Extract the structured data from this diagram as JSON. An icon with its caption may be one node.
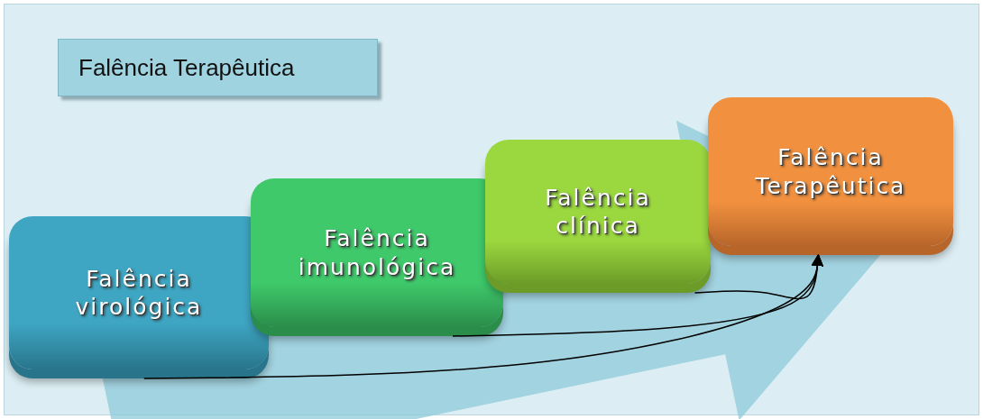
{
  "diagram": {
    "nodes": [
      {
        "text": [
          "Falência Terapêutica"
        ]
      },
      {
        "text": [
          "Falência virológica"
        ]
      },
      {
        "text": [
          "Falência imunológica"
        ]
      },
      {
        "text": [
          "Falência clínica"
        ]
      },
      {
        "text": [
          "Falência Terapêutica"
        ]
      }
    ],
    "edges": [
      {
        "from": 1,
        "to": 4,
        "arrow": "to"
      },
      {
        "from": 2,
        "to": 4,
        "arrow": "to"
      },
      {
        "from": 3,
        "to": 4,
        "arrow": "to"
      },
      {
        "from": 1,
        "to": 4,
        "arrow": "to",
        "style": "thick",
        "color": "#8fcad9"
      }
    ]
  }
}
